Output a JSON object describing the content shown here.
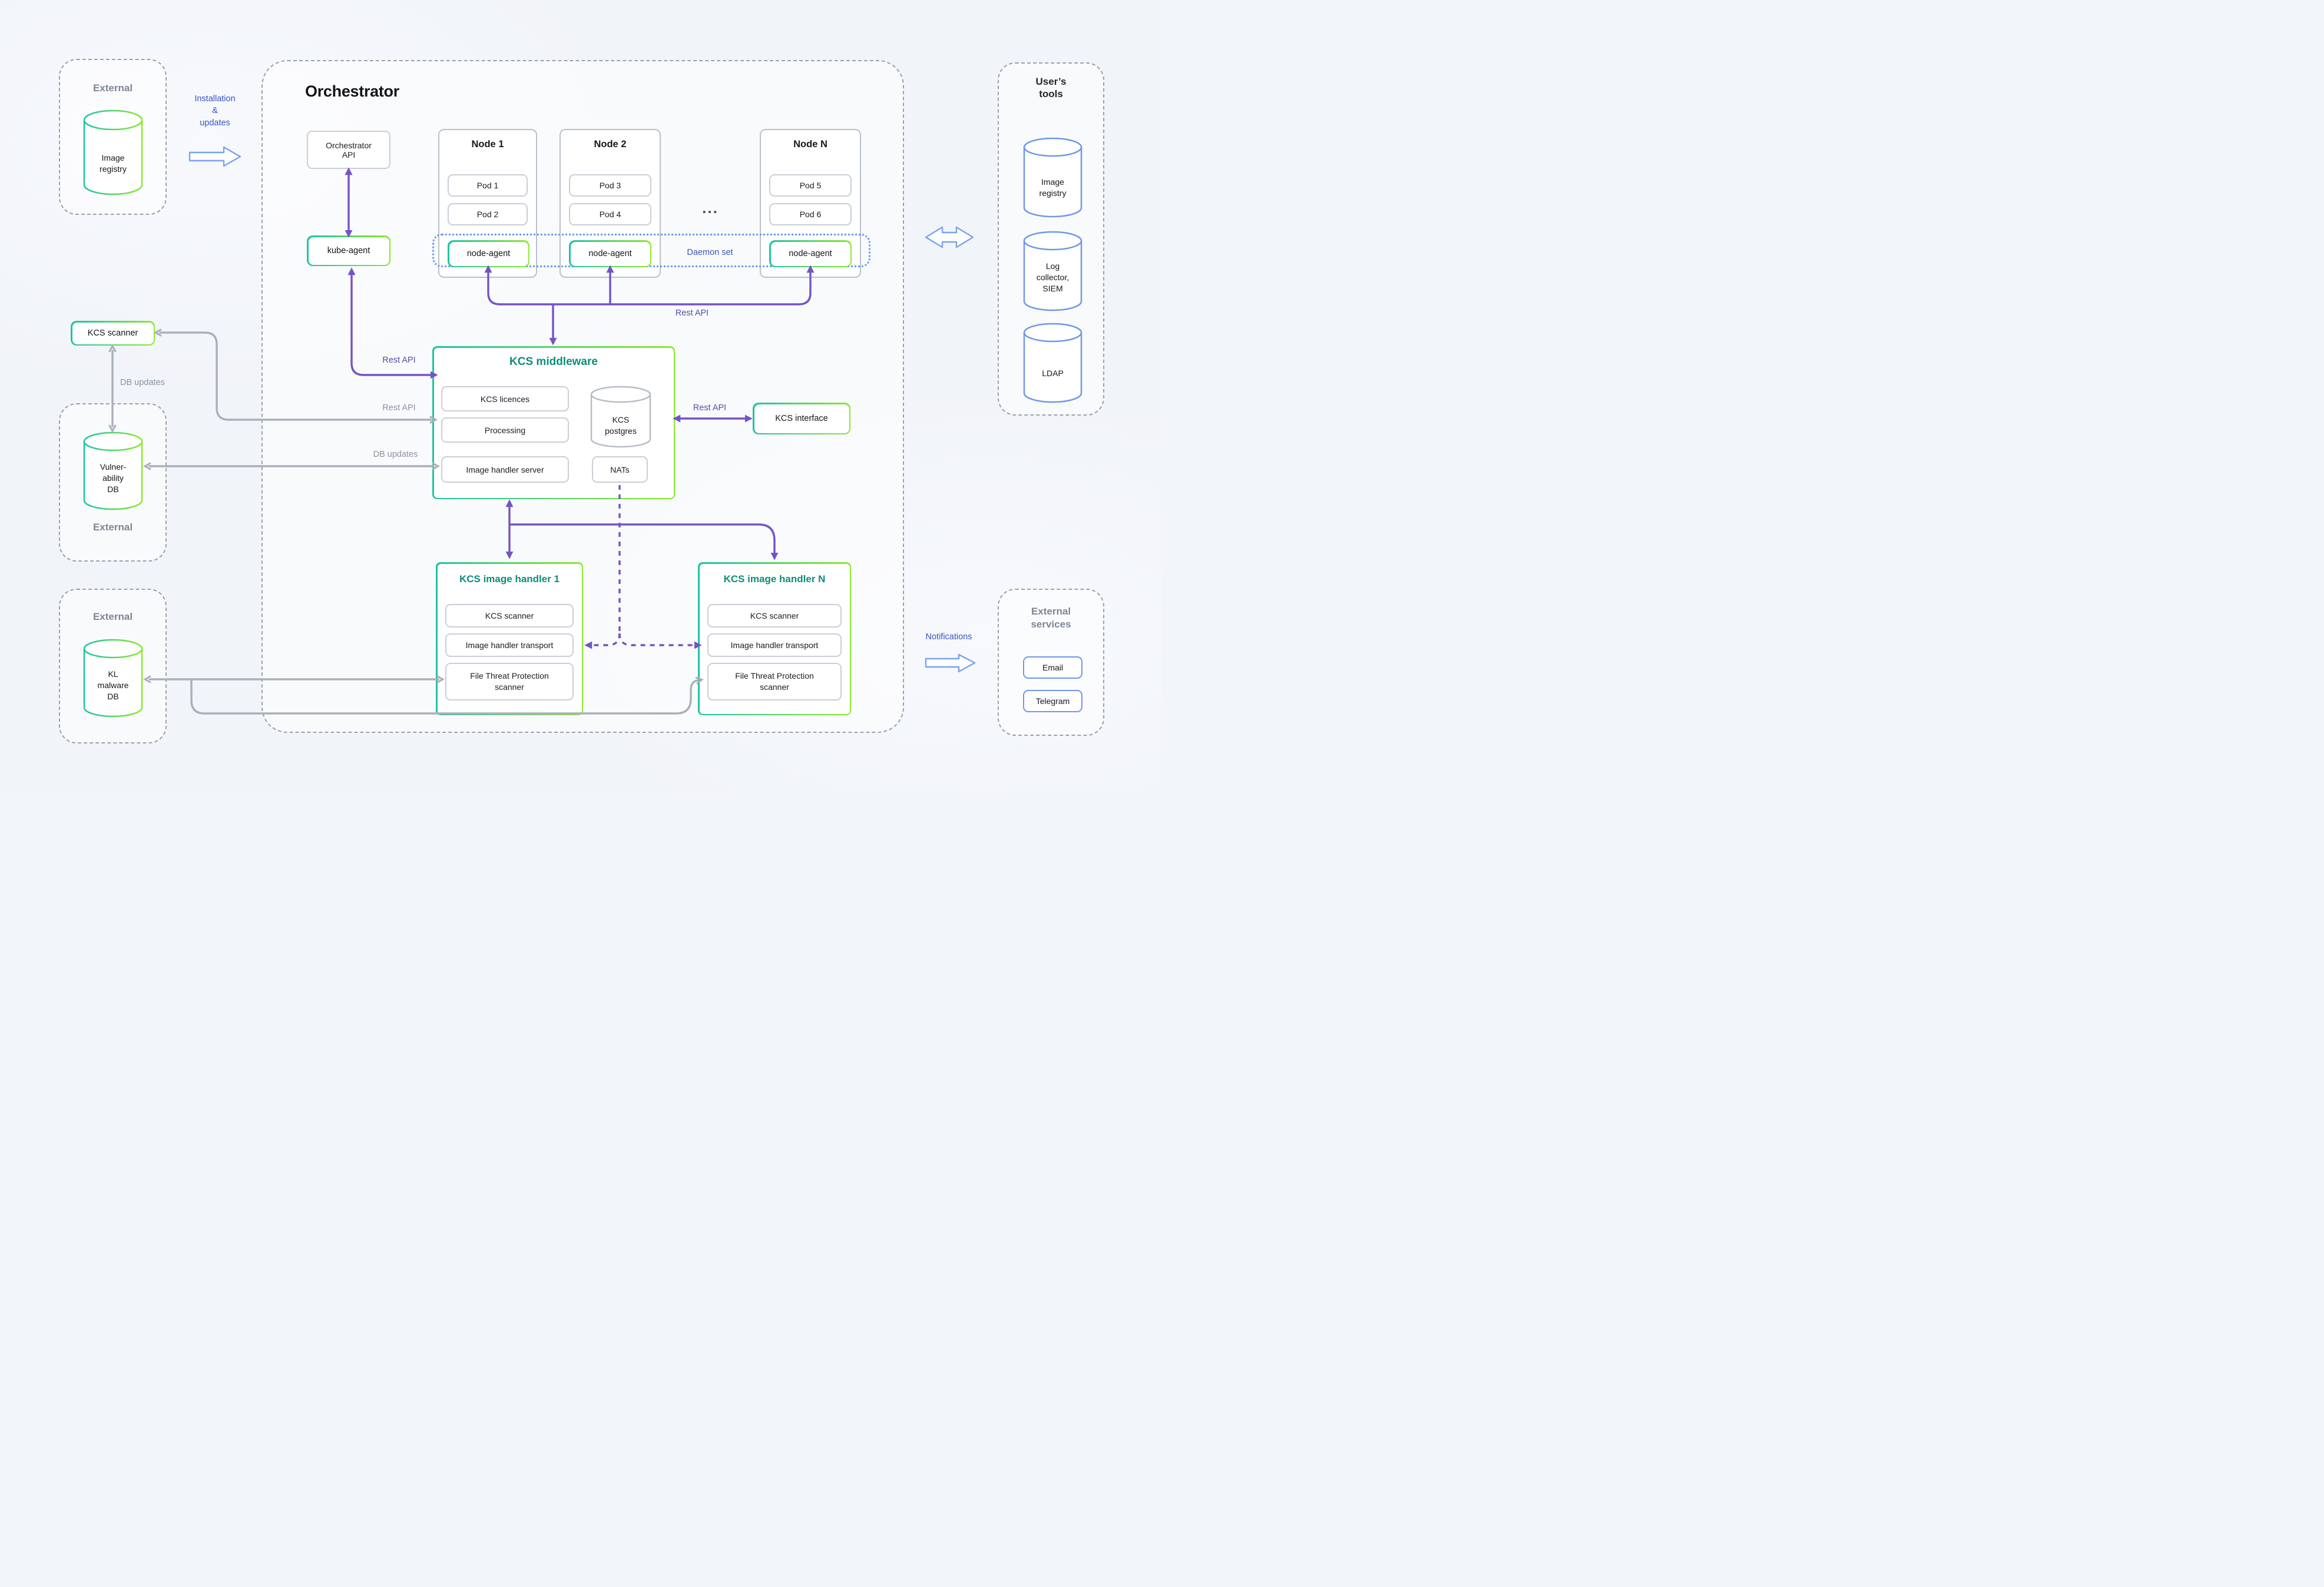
{
  "colors": {
    "background": "#f1f4f9",
    "purple_arrow": "#7453c6",
    "purple_label": "#5a49a8",
    "gray_arrow": "#a9b0ba",
    "gray_label": "#8b94a1",
    "blue_label": "#3a53c5",
    "blue_stroke": "#6f97ea",
    "teal_title": "#0d8d7b",
    "gradient_start": "#1ec3a4",
    "gradient_end": "#8bea2a",
    "daemon_dotted": "#699af0",
    "dark_text": "#17181d",
    "external_label": "#7d8694"
  },
  "external_registry": {
    "title": "External",
    "cylinder": "Image\nregistry"
  },
  "installation_label": "Installation\n&\nupdates",
  "orchestrator": {
    "title": "Orchestrator",
    "api": "Orchestrator\nAPI",
    "kube_agent": "kube-agent",
    "ellipsis": "...",
    "daemon_set": "Daemon set",
    "nodes": [
      {
        "title": "Node 1",
        "pod_a": "Pod 1",
        "pod_b": "Pod 2",
        "agent": "node-agent"
      },
      {
        "title": "Node 2",
        "pod_a": "Pod 3",
        "pod_b": "Pod 4",
        "agent": "node-agent"
      },
      {
        "title": "Node N",
        "pod_a": "Pod 5",
        "pod_b": "Pod 6",
        "agent": "node-agent"
      }
    ]
  },
  "middleware": {
    "title": "KCS middleware",
    "licences": "KCS licences",
    "processing": "Processing",
    "postgres": "KCS\npostgres",
    "image_handler_server": "Image handler server",
    "nats": "NATs"
  },
  "kcs_interface": "KCS interface",
  "kcs_scanner": "KCS scanner",
  "external_vulnerability": {
    "title": "External",
    "cylinder": "Vulner-\nability\nDB"
  },
  "external_malware": {
    "title": "External",
    "cylinder": "KL\nmalware\nDB"
  },
  "image_handlers": [
    {
      "title": "KCS image handler 1",
      "scanner": "KCS scanner",
      "transport": "Image handler transport",
      "ftp_scanner": "File Threat Protection\nscanner"
    },
    {
      "title": "KCS image handler N",
      "scanner": "KCS scanner",
      "transport": "Image handler transport",
      "ftp_scanner": "File Threat Protection\nscanner"
    }
  ],
  "users_tools": {
    "title": "User’s\ntools",
    "image_registry": "Image\nregistry",
    "log_collector": "Log\ncollector,\nSIEM",
    "ldap": "LDAP"
  },
  "external_services": {
    "title": "External\nservices",
    "email": "Email",
    "telegram": "Telegram"
  },
  "labels": {
    "notifications": "Notifications",
    "rest_api_nodes": "Rest API",
    "rest_api_kube": "Rest API",
    "rest_api_scanner": "Rest API",
    "rest_api_interface": "Rest API",
    "db_updates_vertical": "DB updates",
    "db_updates_horizontal": "DB updates"
  }
}
